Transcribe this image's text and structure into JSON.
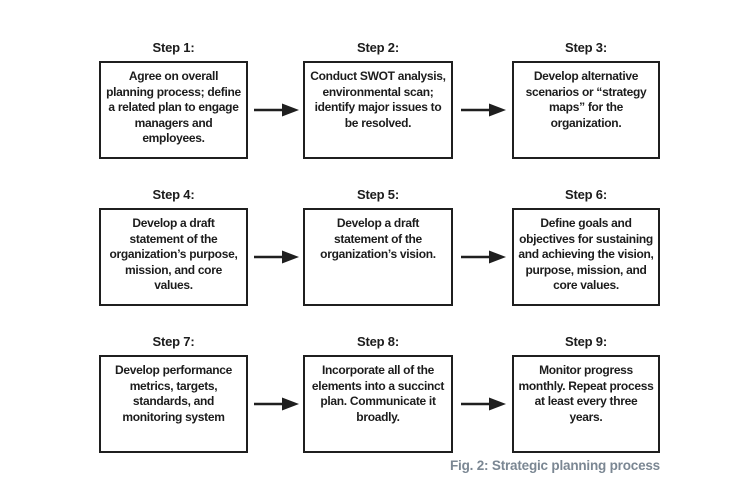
{
  "figure": {
    "caption": "Fig. 2: Strategic planning process",
    "caption_color": "#7b8793",
    "border_color": "#1f1f1f",
    "background_color": "#ffffff",
    "arrow_icon": "arrow-right"
  },
  "steps": [
    {
      "label": "Step 1:",
      "text": "Agree on overall planning process; define a related plan to engage managers and employees."
    },
    {
      "label": "Step 2:",
      "text": "Conduct SWOT analysis, environmental scan; identify major issues to be resolved."
    },
    {
      "label": "Step 3:",
      "text": "Develop alternative scenarios or “strategy maps” for the organization."
    },
    {
      "label": "Step 4:",
      "text": "Develop a draft statement of the organization’s purpose, mission, and core values."
    },
    {
      "label": "Step 5:",
      "text": "Develop a draft statement of the organization’s vision."
    },
    {
      "label": "Step 6:",
      "text": "Define goals and objectives for sustaining and achieving the vision, purpose, mission, and core values."
    },
    {
      "label": "Step 7:",
      "text": "Develop performance metrics, targets, standards, and monitoring system"
    },
    {
      "label": "Step 8:",
      "text": "Incorporate all of the elements into a succinct plan. Communicate it broadly."
    },
    {
      "label": "Step 9:",
      "text": "Monitor progress monthly. Repeat process at least every three years."
    }
  ]
}
